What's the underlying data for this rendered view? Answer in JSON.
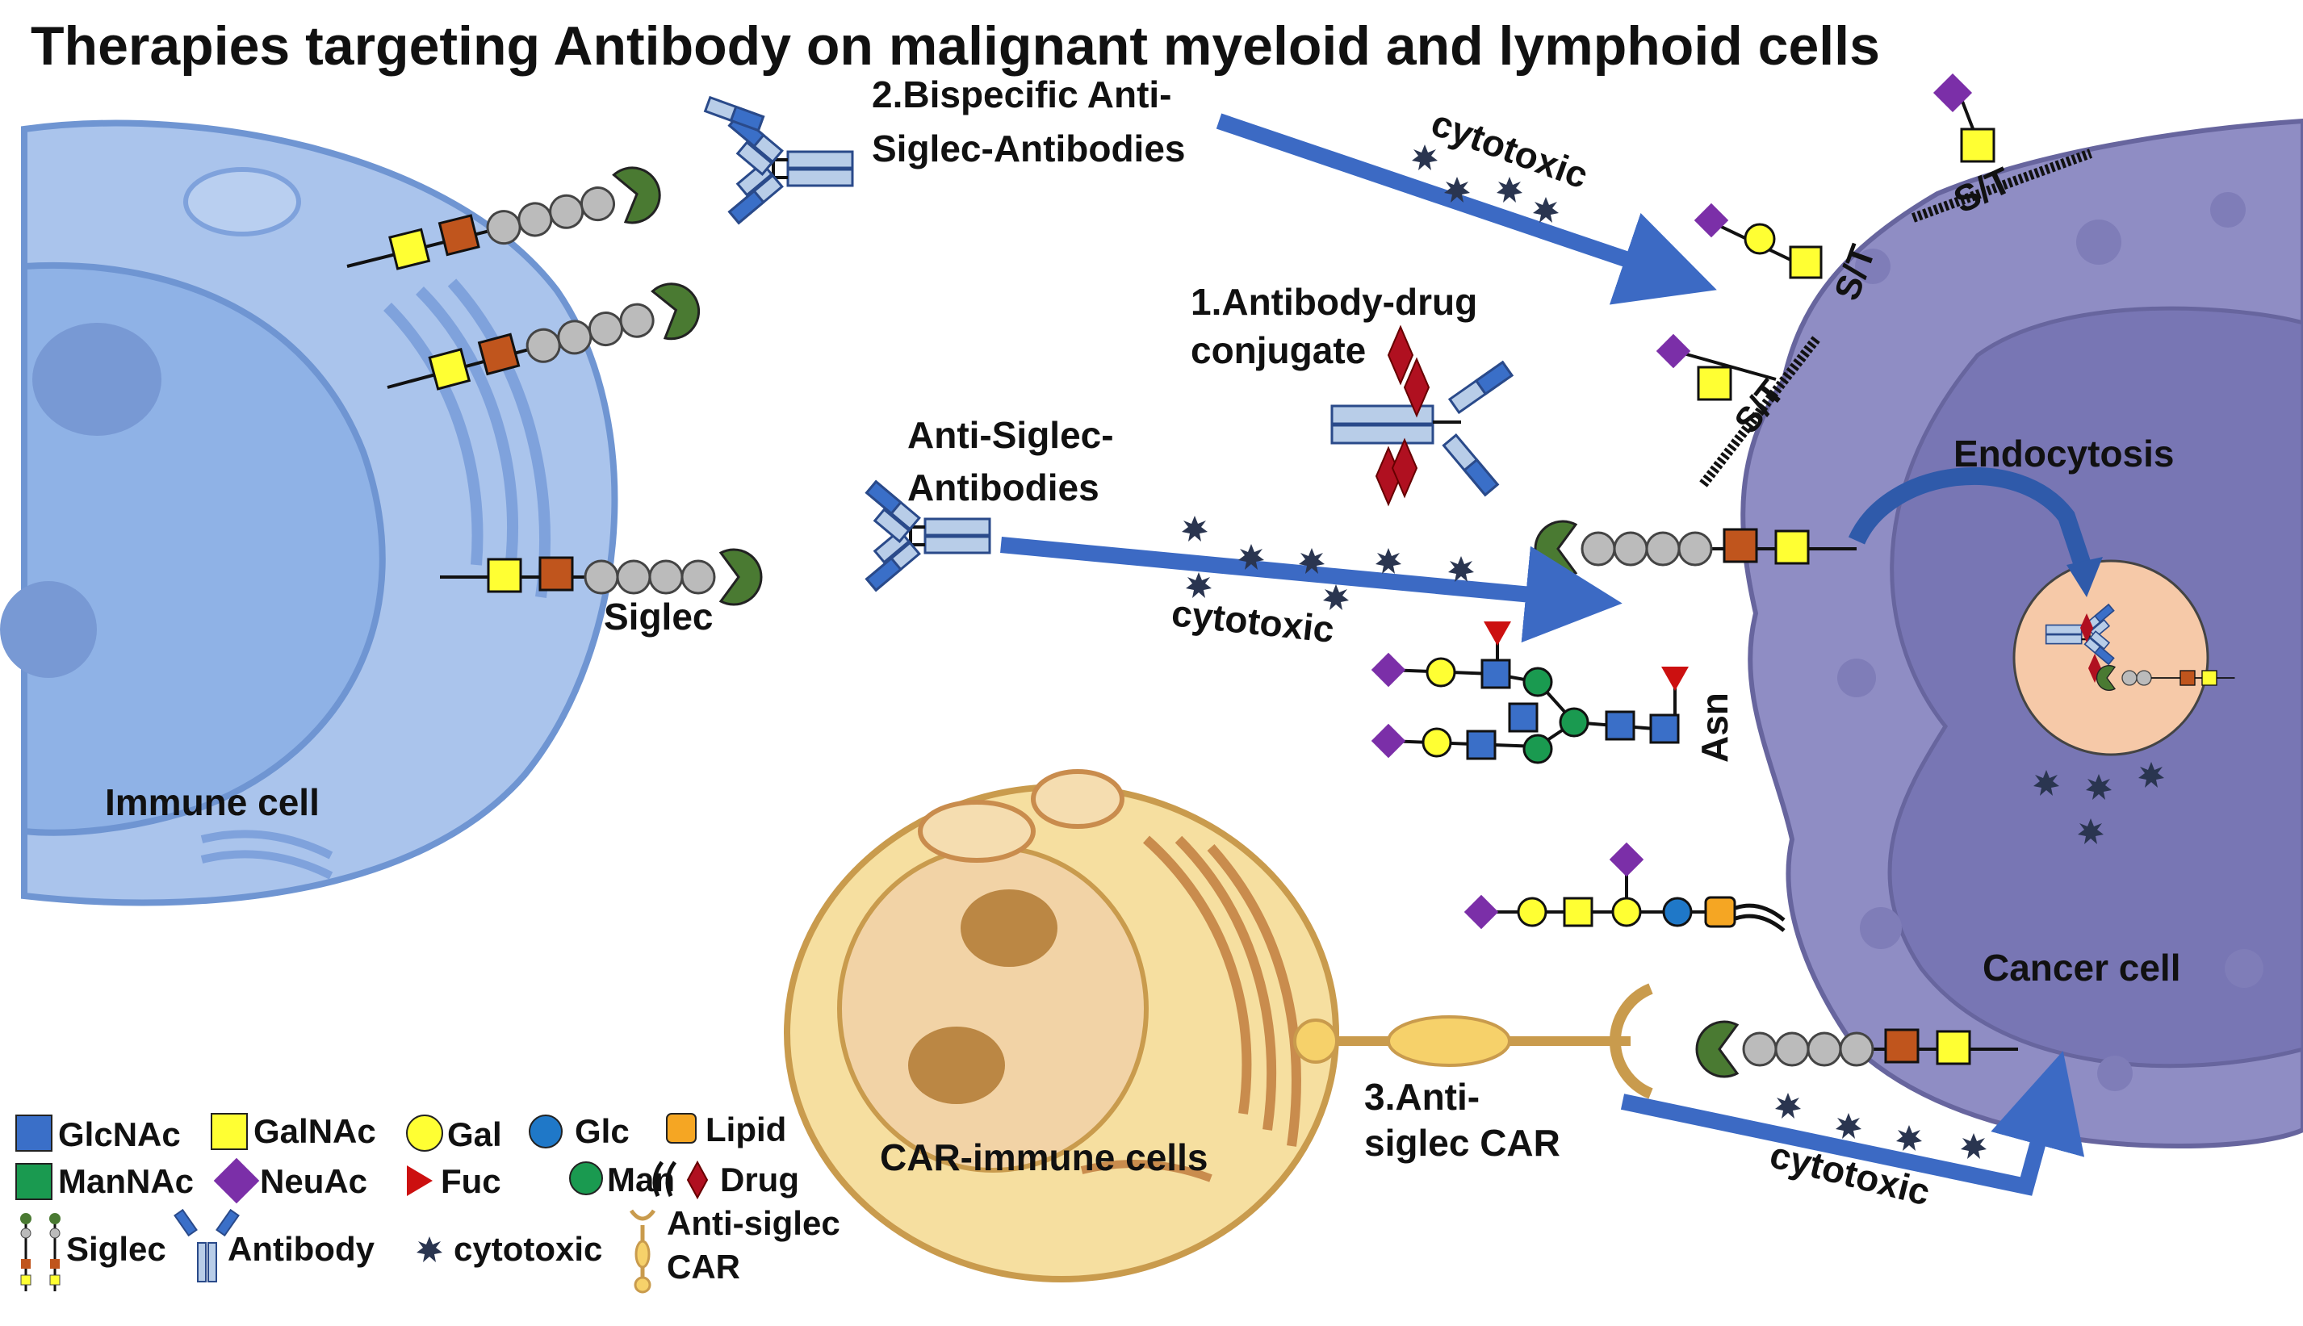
{
  "title": "Therapies targeting Antibody on malignant myeloid and lymphoid cells",
  "labels": {
    "bispecific_line1": "2.Bispecific Anti-",
    "bispecific_line2": "Siglec-Antibodies",
    "cytotoxic_top": "cytotoxic",
    "adc_line1": "1.Antibody-drug",
    "adc_line2": "conjugate",
    "anti_siglec_line1": "Anti-Siglec-",
    "anti_siglec_line2": "Antibodies",
    "siglec": "Siglec",
    "cytotoxic_mid": "cytotoxic",
    "endocytosis": "Endocytosis",
    "asn": "Asn",
    "st1": "S/T",
    "st2": "S/T",
    "st3": "S/T",
    "immune_cell": "Immune cell",
    "cancer_cell": "Cancer cell",
    "car_cells": "CAR-immune cells",
    "car_line1": "3.Anti-",
    "car_line2": "siglec CAR",
    "cytotoxic_bottom": "cytotoxic"
  },
  "legend": {
    "glcnac": "GlcNAc",
    "galnac": "GalNAc",
    "gal": "Gal",
    "glc": "Glc",
    "lipid": "Lipid",
    "mannac": "ManNAc",
    "neuac": "NeuAc",
    "fuc": "Fuc",
    "man": "Man",
    "drug": "Drug",
    "siglec": "Siglec",
    "antibody": "Antibody",
    "cytotoxic": "cytotoxic",
    "car_line1": "Anti-siglec",
    "car_line2": "CAR"
  },
  "colors": {
    "glcnac": "#3a6fc8",
    "galnac": "#ffff33",
    "gal": "#ffff33",
    "glc": "#1f78c8",
    "lipid": "#f5a623",
    "mannac": "#1a9a50",
    "neuac": "#7b2fa8",
    "fuc": "#cc1010",
    "man": "#1a9a50",
    "drug": "#b01020",
    "immune_cell": "#aac4ec",
    "cancer_cell": "#8f8dc4",
    "car_cell": "#f6dfa0",
    "arrow": "#3c6ac4",
    "siglec_domain": "#4a7a32",
    "siglec_bead": "#bbbbbb",
    "siglec_brown": "#c0551d"
  }
}
